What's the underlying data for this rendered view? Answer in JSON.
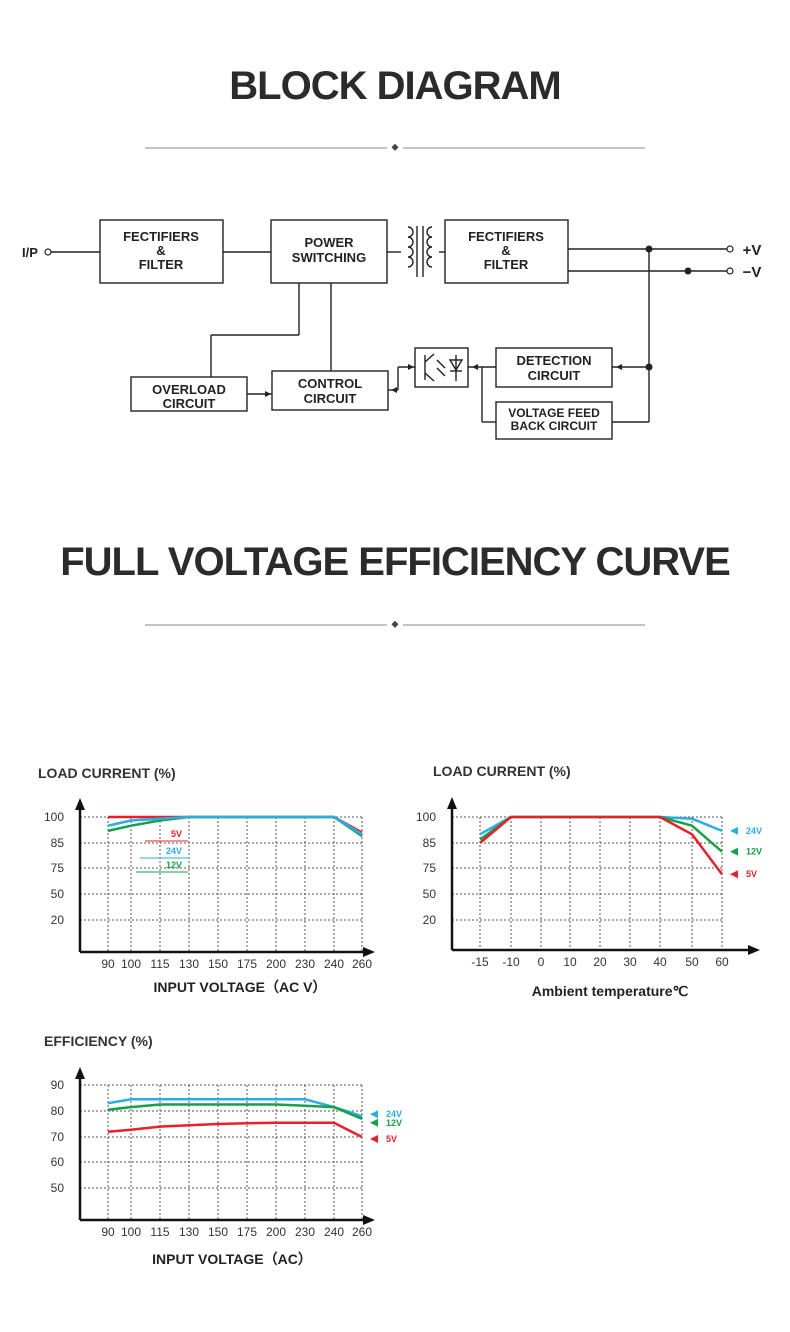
{
  "block_diagram": {
    "title": "BLOCK DIAGRAM",
    "blocks": {
      "rectifier_in": [
        "FECTIFIERS",
        "&",
        "FILTER"
      ],
      "power_switching": [
        "POWER",
        "SWITCHING"
      ],
      "rectifier_out": [
        "FECTIFIERS",
        "&",
        "FILTER"
      ],
      "overload": [
        "OVERLOAD",
        "CIRCUIT"
      ],
      "control": [
        "CONTROL",
        "CIRCUIT"
      ],
      "detection": [
        "DETECTION",
        "CIRCUIT"
      ],
      "feedback": [
        "VOLTAGE FEED",
        "BACK CIRCUIT"
      ]
    },
    "input_label": "I/P",
    "output_pos": "+V",
    "output_neg": "−V"
  },
  "efficiency_section": {
    "title": "FULL VOLTAGE EFFICIENCY CURVE"
  },
  "colors": {
    "v5": "#e8202a",
    "v12": "#16a04a",
    "v24": "#2aaee0",
    "grid": "#555555"
  },
  "chart_data": [
    {
      "type": "line",
      "title": "LOAD CURRENT (%)",
      "xlabel": "INPUT VOLTAGE（AC V）",
      "x": [
        "90",
        "100",
        "115",
        "130",
        "150",
        "175",
        "200",
        "230",
        "240",
        "260"
      ],
      "y_ticks": [
        "100",
        "85",
        "75",
        "50",
        "20"
      ],
      "series": [
        {
          "name": "5V",
          "color": "#e8202a",
          "values": [
            100,
            100,
            100,
            100,
            100,
            100,
            100,
            100,
            100,
            91
          ]
        },
        {
          "name": "12V",
          "color": "#16a04a",
          "values": [
            92,
            95,
            98,
            100,
            100,
            100,
            100,
            100,
            100,
            89
          ]
        },
        {
          "name": "24V",
          "color": "#2aaee0",
          "values": [
            95,
            98,
            99,
            100,
            100,
            100,
            100,
            100,
            100,
            90
          ]
        }
      ]
    },
    {
      "type": "line",
      "title": "LOAD CURRENT (%)",
      "xlabel": "Ambient temperature℃",
      "x": [
        "-15",
        "-10",
        "0",
        "10",
        "20",
        "30",
        "40",
        "50",
        "60"
      ],
      "y_ticks": [
        "100",
        "85",
        "75",
        "50",
        "20"
      ],
      "series": [
        {
          "name": "24V",
          "color": "#2aaee0",
          "values": [
            90,
            100,
            100,
            100,
            100,
            100,
            100,
            99,
            92
          ]
        },
        {
          "name": "12V",
          "color": "#16a04a",
          "values": [
            87,
            100,
            100,
            100,
            100,
            100,
            100,
            95,
            80
          ]
        },
        {
          "name": "5V",
          "color": "#e8202a",
          "values": [
            85,
            100,
            100,
            100,
            100,
            100,
            100,
            90,
            67
          ]
        }
      ]
    },
    {
      "type": "line",
      "title": "EFFICIENCY (%)",
      "xlabel": "INPUT VOLTAGE（AC）",
      "x": [
        "90",
        "100",
        "115",
        "130",
        "150",
        "175",
        "200",
        "230",
        "240",
        "260"
      ],
      "y_ticks": [
        "90",
        "80",
        "70",
        "60",
        "50"
      ],
      "series": [
        {
          "name": "24V",
          "color": "#2aaee0",
          "values": [
            83,
            84.5,
            84.5,
            84.5,
            84.5,
            84.5,
            84.5,
            84.5,
            81.5,
            78
          ]
        },
        {
          "name": "12V",
          "color": "#16a04a",
          "values": [
            80.5,
            81.5,
            82.5,
            82.5,
            82.5,
            82.5,
            82.5,
            82,
            81.5,
            77
          ]
        },
        {
          "name": "5V",
          "color": "#e8202a",
          "values": [
            72,
            72.8,
            74,
            74.5,
            75,
            75.3,
            75.5,
            75.5,
            75.5,
            70
          ]
        }
      ]
    }
  ]
}
